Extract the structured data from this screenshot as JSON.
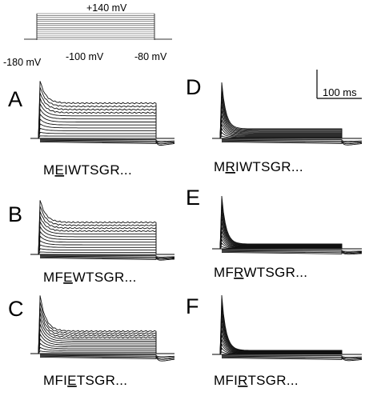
{
  "protocol": {
    "top_label": "+140 mV",
    "hold_label": "-180 mV",
    "lowest_step_label": "-100 mV",
    "tail_label": "-80 mV"
  },
  "scale_bar": {
    "label": "100 ms"
  },
  "panels": [
    {
      "letter": "A",
      "seq_pre": "M",
      "seq_mut": "E",
      "seq_post": "IWTSGR...",
      "type": "sustained",
      "peak": 72,
      "plateau": 44,
      "tailA": 6,
      "tailFast": 0.12
    },
    {
      "letter": "B",
      "seq_pre": "MF",
      "seq_mut": "E",
      "seq_post": "WTSGR...",
      "type": "sustained",
      "peak": 68,
      "plateau": 40,
      "tailA": 4,
      "tailFast": 0.12
    },
    {
      "letter": "C",
      "seq_pre": "MFI",
      "seq_mut": "E",
      "seq_post": "TSGR...",
      "type": "sustained",
      "peak": 73,
      "plateau": 28,
      "tailA": 8,
      "tailFast": 0.18
    },
    {
      "letter": "D",
      "seq_pre": "M",
      "seq_mut": "R",
      "seq_post": "IWTSGR...",
      "type": "transient",
      "peak": 70,
      "plateau": 12,
      "tailA": 6,
      "tailFast": 0.15
    },
    {
      "letter": "E",
      "seq_pre": "MF",
      "seq_mut": "R",
      "seq_post": "WTSGR...",
      "type": "transient",
      "peak": 66,
      "plateau": 6,
      "tailA": 4,
      "tailFast": 0.2
    },
    {
      "letter": "F",
      "seq_pre": "MFI",
      "seq_mut": "R",
      "seq_post": "TSGR...",
      "type": "transient",
      "peak": 74,
      "plateau": 5,
      "tailA": 6,
      "tailFast": 0.22
    }
  ]
}
